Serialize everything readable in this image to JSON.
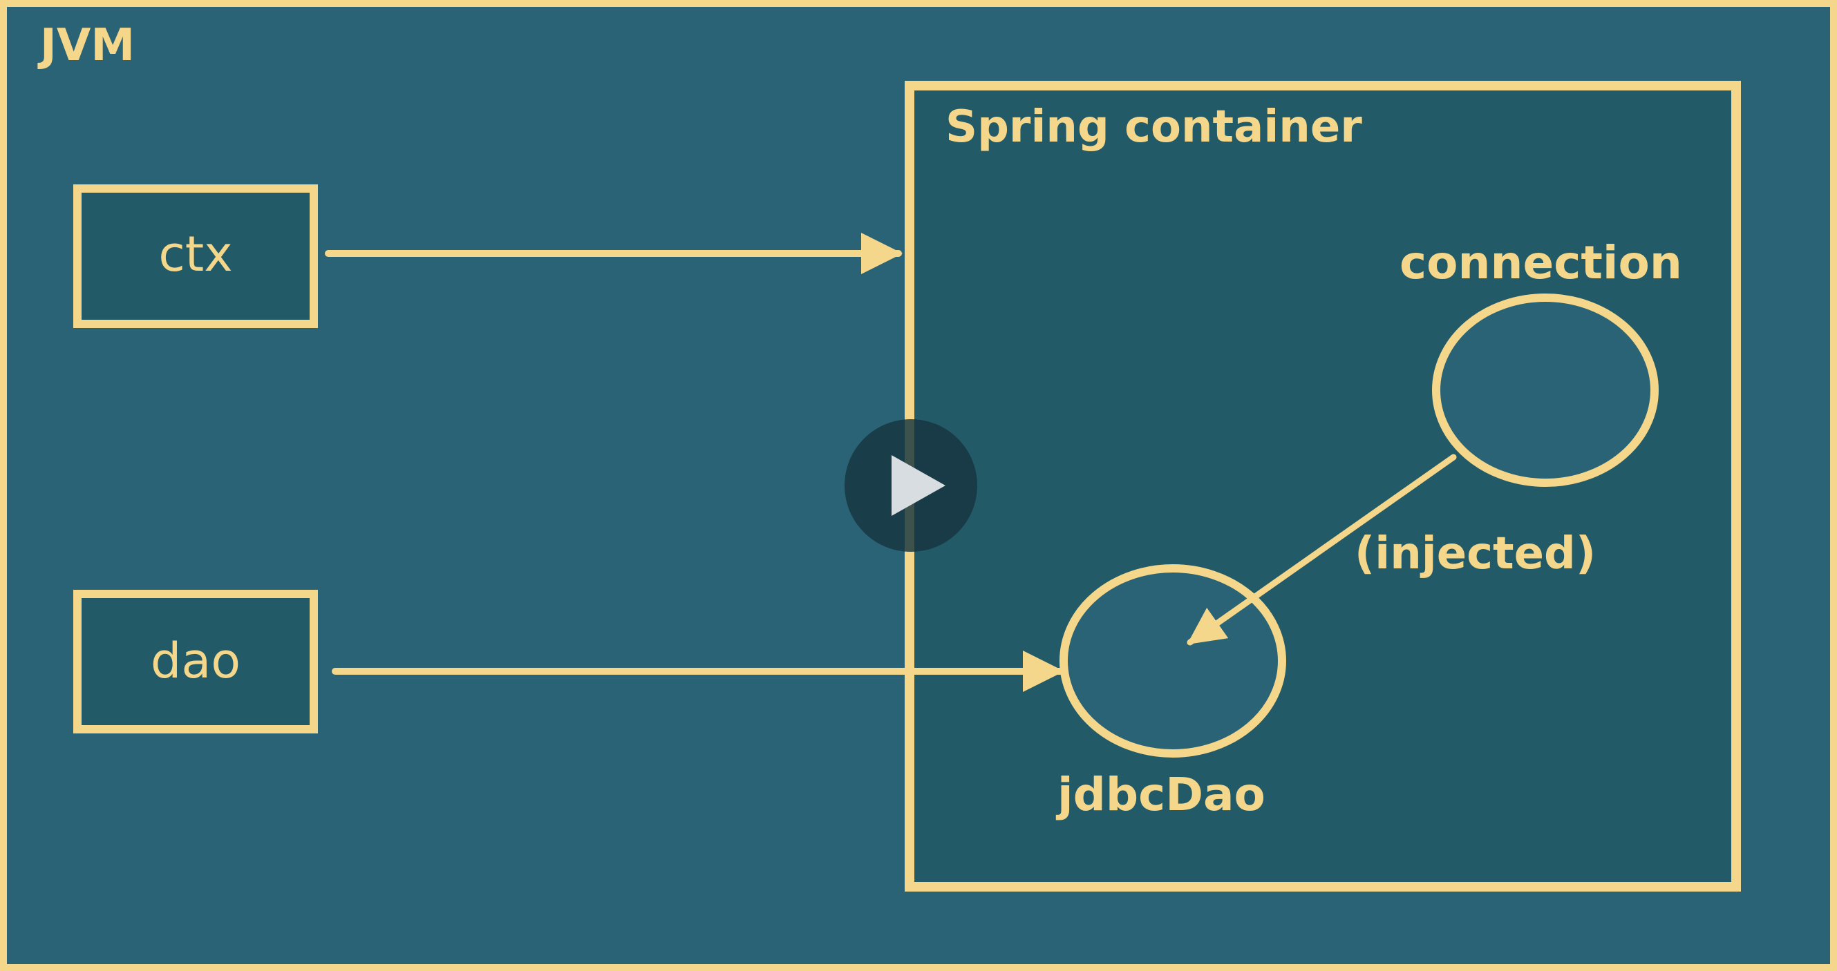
{
  "labels": {
    "jvm": "JVM",
    "spring_container": "Spring container",
    "ctx": "ctx",
    "dao": "dao",
    "connection": "connection",
    "injected": "(injected)",
    "jdbcDao": "jdbcDao"
  },
  "colors": {
    "background": "#2a6375",
    "container_fill": "#235a68",
    "chalk": "#f4d78a"
  },
  "icons": {
    "play": "play-icon"
  }
}
